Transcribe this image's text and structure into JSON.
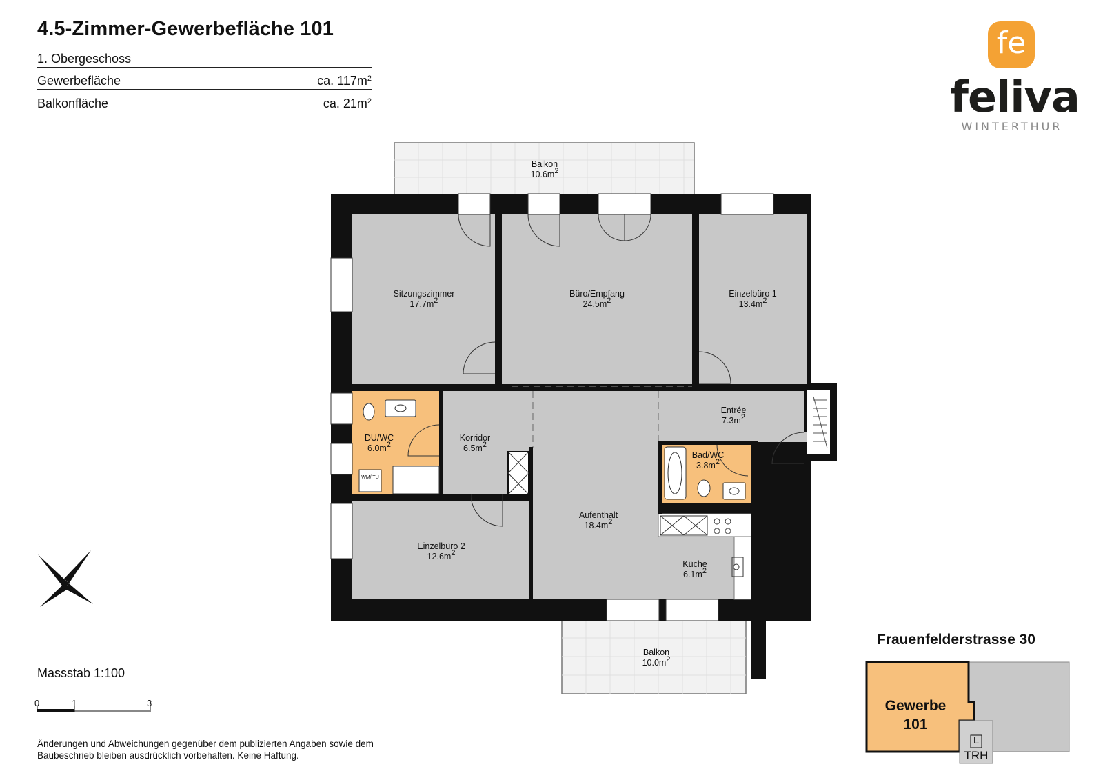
{
  "header": {
    "title": "4.5-Zimmer-Gewerbefläche 101",
    "floor": "1. Obergeschoss",
    "rows": [
      {
        "label": "Gewerbefläche",
        "value": "ca. 117m",
        "unit_sup": "2"
      },
      {
        "label": "Balkonfläche",
        "value": "ca. 21m",
        "unit_sup": "2"
      }
    ]
  },
  "brand": {
    "logo_mark": "fe",
    "name": "feliva",
    "city": "WINTERTHUR",
    "accent_color": "#f4a234"
  },
  "rooms": [
    {
      "name": "Balkon",
      "area": "10.6m",
      "sup": "2"
    },
    {
      "name": "Sitzungszimmer",
      "area": "17.7m",
      "sup": "2"
    },
    {
      "name": "Büro/Empfang",
      "area": "24.5m",
      "sup": "2"
    },
    {
      "name": "Einzelbüro 1",
      "area": "13.4m",
      "sup": "2"
    },
    {
      "name": "DU/WC",
      "area": "6.0m",
      "sup": "2"
    },
    {
      "name": "Korridor",
      "area": "6.5m",
      "sup": "2"
    },
    {
      "name": "Entrée",
      "area": "7.3m",
      "sup": "2"
    },
    {
      "name": "Bad/WC",
      "area": "3.8m",
      "sup": "2"
    },
    {
      "name": "Aufenthalt",
      "area": "18.4m",
      "sup": "2"
    },
    {
      "name": "Einzelbüro 2",
      "area": "12.6m",
      "sup": "2"
    },
    {
      "name": "Küche",
      "area": "6.1m",
      "sup": "2"
    },
    {
      "name": "Balkon",
      "area": "10.0m",
      "sup": "2"
    }
  ],
  "fixtures": {
    "washer_label": "WM/ TU"
  },
  "scale": {
    "label": "Massstab 1:100",
    "ticks": [
      "0",
      "1",
      "3"
    ]
  },
  "disclaimer": "Änderungen und Abweichungen gegenüber dem publizierten Angaben sowie dem Baubeschrieb bleiben ausdrücklich vorbehalten. Keine Haftung.",
  "key_plan": {
    "address": "Frauenfelderstrasse 30",
    "unit_line1": "Gewerbe",
    "unit_line2": "101",
    "lift_label": "L",
    "stair_label": "TRH",
    "highlight_color": "#f7c07c"
  },
  "colors": {
    "wall": "#111111",
    "room": "#c8c8c8",
    "wet_room": "#f7c07c",
    "balcony": "#f2f2f2"
  }
}
